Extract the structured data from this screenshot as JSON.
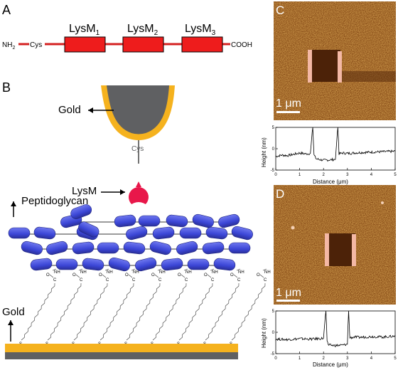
{
  "panels": {
    "a": "A",
    "b": "B",
    "c": "C",
    "d": "D"
  },
  "panel_a": {
    "n_terminus": "NH",
    "n_terminus_sub": "2",
    "cys": "Cys",
    "domains": [
      {
        "label": "LysM",
        "sub": "1"
      },
      {
        "label": "LysM",
        "sub": "2"
      },
      {
        "label": "LysM",
        "sub": "3"
      }
    ],
    "c_terminus": "COOH",
    "colors": {
      "domain_fill": "#ee1c1c",
      "linker": "#d42020"
    }
  },
  "panel_b": {
    "gold_tip_label": "Gold",
    "cys_label": "Cys",
    "lysm_label": "LysM",
    "peptidoglycan_label": "Peptidoglycan",
    "gold_surface_label": "Gold",
    "nh": "NH",
    "o": "O",
    "c": "C",
    "s": "S",
    "colors": {
      "gold": "#f5b21e",
      "tip": "#5f6062",
      "lysm": "#e8174a",
      "glycan": "#3b46d6"
    }
  },
  "panel_c": {
    "scale_bar": "1 μm",
    "graph": {
      "xlabel": "Distance (μm)",
      "ylabel": "Height (nm)",
      "xticks": [
        "0",
        "1",
        "2",
        "3",
        "4",
        "5"
      ],
      "yticks": [
        "5",
        "0",
        "-5"
      ]
    }
  },
  "panel_d": {
    "scale_bar": "1 μm",
    "graph": {
      "xlabel": "Distance (μm)",
      "ylabel": "Height (nm)",
      "xticks": [
        "0",
        "1",
        "2",
        "3",
        "4",
        "5"
      ],
      "yticks": [
        "5",
        "0",
        "-5"
      ]
    }
  },
  "chart_data": [
    {
      "type": "line",
      "x": [
        0,
        0.25,
        0.5,
        0.75,
        1.0,
        1.25,
        1.45,
        1.55,
        1.6,
        1.7,
        2.0,
        2.3,
        2.5,
        2.6,
        2.65,
        2.8,
        3.0,
        3.5,
        4.0,
        4.5,
        5.0
      ],
      "y": [
        -1.8,
        -1.5,
        -1.6,
        -1.3,
        -1.0,
        -1.2,
        -1.1,
        5.5,
        -1.5,
        -2.4,
        -2.7,
        -2.6,
        -2.5,
        5.5,
        -1.2,
        -1.0,
        -1.1,
        -0.9,
        -0.8,
        -0.7,
        -0.6
      ],
      "xlabel": "Distance (μm)",
      "ylabel": "Height (nm)",
      "xlim": [
        0,
        5
      ],
      "ylim": [
        -5,
        5
      ]
    },
    {
      "type": "line",
      "x": [
        0,
        0.5,
        1.0,
        1.5,
        2.0,
        2.1,
        2.15,
        2.2,
        2.5,
        2.8,
        3.0,
        3.05,
        3.1,
        3.3,
        3.5,
        4.0,
        4.5,
        5.0
      ],
      "y": [
        -1.6,
        -1.7,
        -1.5,
        -1.6,
        -1.4,
        5.5,
        -2.0,
        -3.0,
        -3.1,
        -3.0,
        -2.8,
        5.5,
        -1.3,
        -1.1,
        -1.2,
        -1.0,
        -1.1,
        -0.9
      ],
      "xlabel": "Distance (μm)",
      "ylabel": "Height (nm)",
      "xlim": [
        0,
        5
      ],
      "ylim": [
        -5,
        5
      ]
    }
  ]
}
